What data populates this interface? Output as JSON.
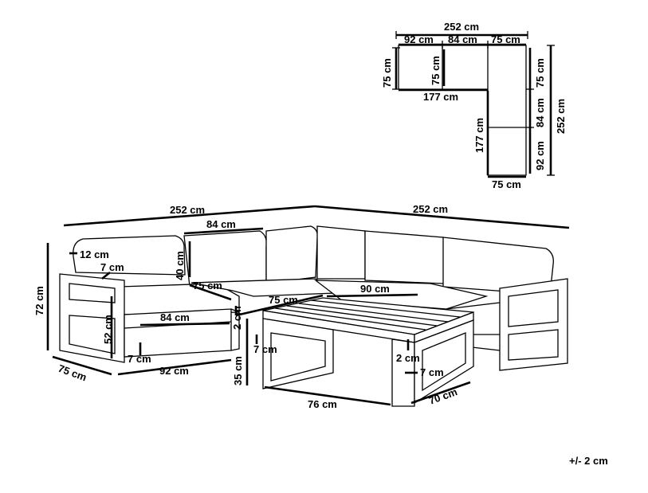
{
  "diagram": {
    "plan": {
      "total_width": "252 cm",
      "seg_left": "92 cm",
      "seg_middle": "84 cm",
      "seg_right": "75 cm",
      "left_depth_outer": "75 cm",
      "left_depth_inner": "75 cm",
      "bottom_inner": "177 cm",
      "right_top": "75 cm",
      "right_middle": "84 cm",
      "right_bottom": "92 cm",
      "right_total": "252 cm",
      "vertical_inner": "177 cm",
      "leg_width": "75 cm"
    },
    "sofa": {
      "length_left": "252 cm",
      "length_right": "252 cm",
      "backrest_width": "84 cm",
      "arm_top": "12 cm",
      "arm_thickness": "7 cm",
      "back_height": "40 cm",
      "seat_depth": "75 cm",
      "total_height": "72 cm",
      "seat_height": "52 cm",
      "seat_inner_width": "84 cm",
      "leg_thickness": "7 cm",
      "depth": "75 cm",
      "seat_width": "92 cm"
    },
    "table": {
      "depth": "75 cm",
      "width": "90 cm",
      "top_thickness": "2 cm",
      "frame_gap": "7 cm",
      "height": "35 cm",
      "slat_gap": "2 cm",
      "leg_width": "7 cm",
      "length": "76 cm",
      "leg_depth": "70 cm"
    },
    "tolerance": "+/- 2 cm"
  }
}
